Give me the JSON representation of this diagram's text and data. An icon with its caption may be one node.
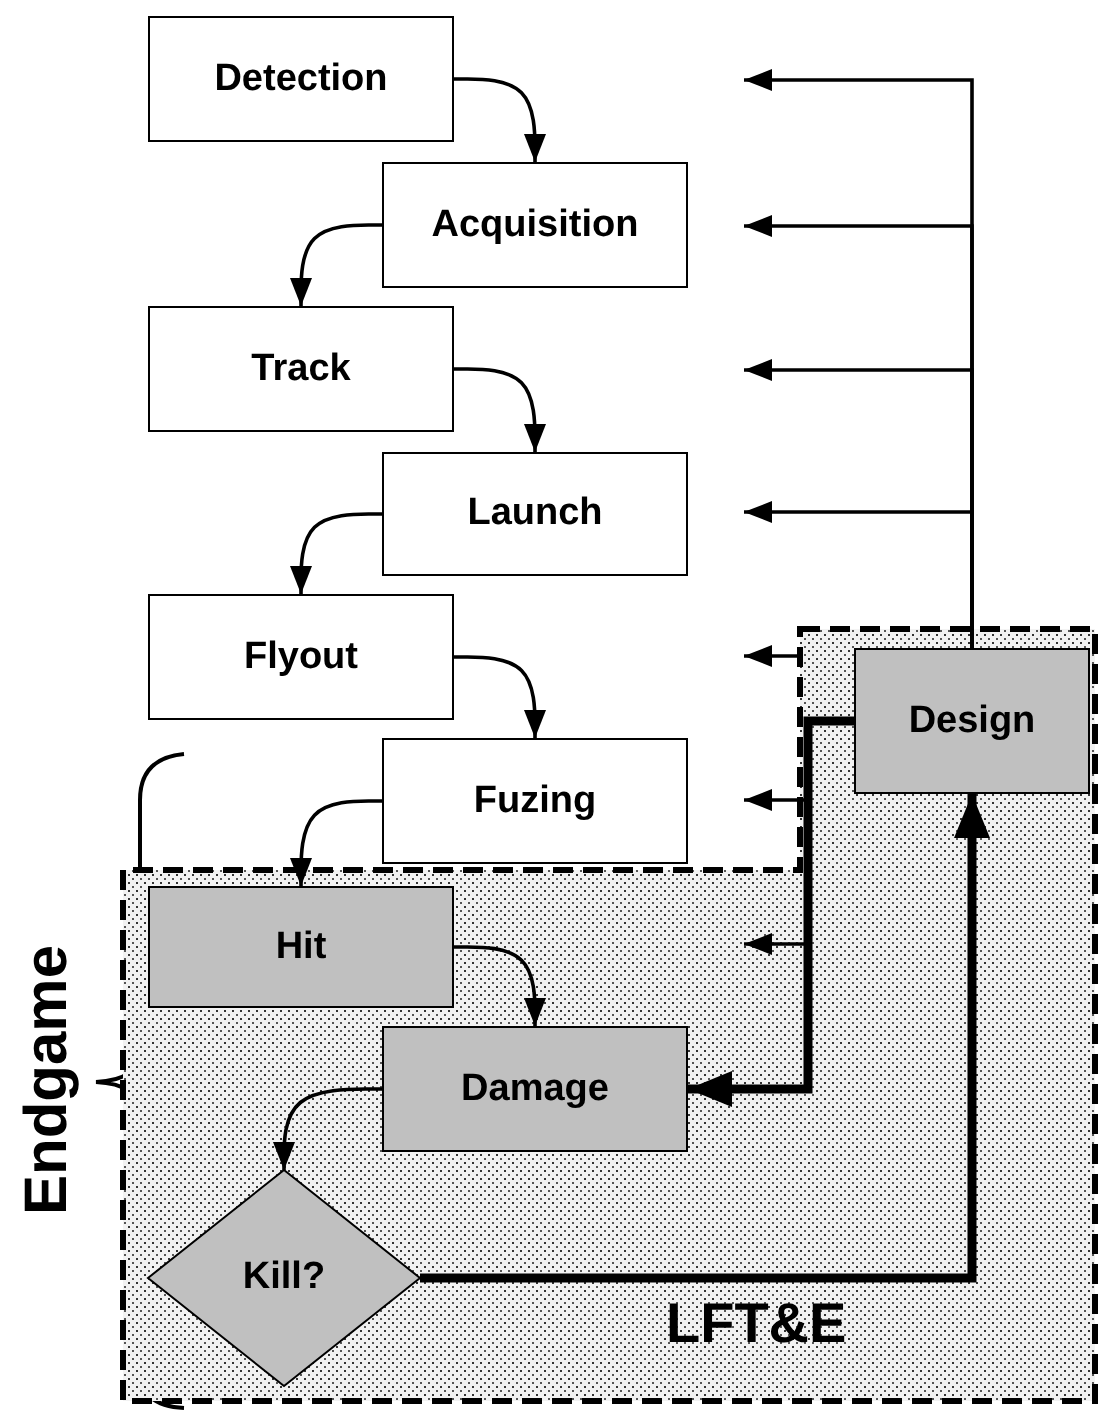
{
  "diagram": {
    "nodes": [
      {
        "text": [
          "Detection"
        ]
      },
      {
        "text": [
          "Acquisition"
        ]
      },
      {
        "text": [
          "Track"
        ]
      },
      {
        "text": [
          "Launch"
        ]
      },
      {
        "text": [
          "Flyout"
        ]
      },
      {
        "text": [
          "Fuzing"
        ]
      },
      {
        "text": [
          "LFT&E"
        ]
      },
      {
        "text": [
          "Hit"
        ],
        "in": 6
      },
      {
        "text": [
          "Damage"
        ],
        "in": 6
      },
      {
        "text": [
          "Kill?"
        ],
        "in": 6
      },
      {
        "text": [
          "Design"
        ],
        "in": 6
      }
    ],
    "edges": [
      {
        "from": 0,
        "to": 1,
        "arrow": "to"
      },
      {
        "from": 1,
        "to": 2,
        "arrow": "to"
      },
      {
        "from": 2,
        "to": 3,
        "arrow": "to"
      },
      {
        "from": 3,
        "to": 4,
        "arrow": "to"
      },
      {
        "from": 4,
        "to": 5,
        "arrow": "to"
      },
      {
        "from": 5,
        "to": 7,
        "arrow": "to"
      },
      {
        "from": 7,
        "to": 8,
        "arrow": "to"
      },
      {
        "from": 8,
        "to": 9,
        "arrow": "to"
      },
      {
        "from": 9,
        "to": 10,
        "arrow": "to",
        "style": "thick"
      },
      {
        "from": 10,
        "to": null,
        "arrow": "to"
      },
      {
        "from": 10,
        "to": null,
        "arrow": "to"
      },
      {
        "from": 10,
        "to": null,
        "arrow": "to"
      },
      {
        "from": 10,
        "to": null,
        "arrow": "to"
      },
      {
        "from": 6,
        "to": null,
        "arrow": "to"
      },
      {
        "from": 10,
        "to": null,
        "arrow": "to"
      },
      {
        "from": 10,
        "to": null,
        "arrow": "to"
      },
      {
        "from": 10,
        "to": 8,
        "arrow": "to",
        "style": "thick"
      }
    ],
    "labels": [
      "Endgame"
    ]
  }
}
